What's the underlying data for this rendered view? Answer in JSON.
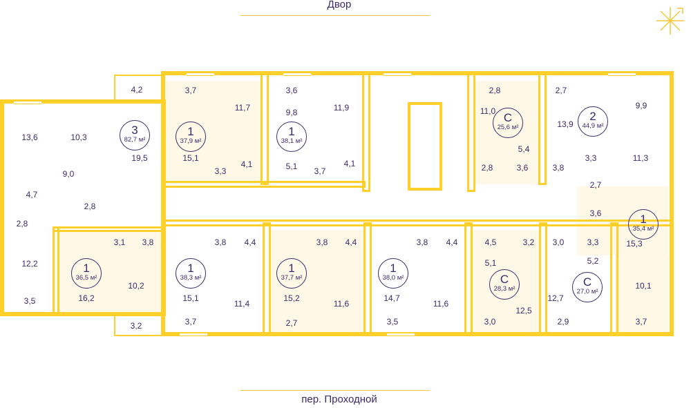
{
  "streets": {
    "top": "Двор",
    "bottom": "пер. Проходной"
  },
  "colors": {
    "wall": "#ffd02a",
    "text": "#3b2a6a",
    "apartment_fill": "#fff8e7"
  },
  "compass_icon": "compass-icon",
  "area_unit": "м²",
  "apartments": [
    {
      "type": "3",
      "area": "82,7"
    },
    {
      "type": "1",
      "area": "37,9"
    },
    {
      "type": "1",
      "area": "38,1"
    },
    {
      "type": "С",
      "area": "25,6"
    },
    {
      "type": "2",
      "area": "44,9"
    },
    {
      "type": "1",
      "area": "35,4"
    },
    {
      "type": "1",
      "area": "36,5"
    },
    {
      "type": "1",
      "area": "38,3"
    },
    {
      "type": "1",
      "area": "37,7"
    },
    {
      "type": "1",
      "area": "38,0"
    },
    {
      "type": "С",
      "area": "28,3"
    },
    {
      "type": "С",
      "area": "27,0"
    }
  ],
  "rooms": [
    "4,2",
    "3,7",
    "11,7",
    "3,6",
    "9,8",
    "11,9",
    "2,8",
    "11,0",
    "2,7",
    "9,9",
    "13,9",
    "13,6",
    "10,3",
    "19,5",
    "15,1",
    "3,3",
    "4,1",
    "5,1",
    "3,7",
    "4,1",
    "5,4",
    "2,8",
    "3,6",
    "3,8",
    "3,3",
    "11,3",
    "9,0",
    "4,7",
    "2,8",
    "2,7",
    "2,8",
    "3,6",
    "15,3",
    "3,1",
    "3,8",
    "3,8",
    "4,4",
    "3,8",
    "4,4",
    "3,8",
    "4,4",
    "4,5",
    "3,2",
    "3,0",
    "3,3",
    "5,1",
    "5,2",
    "12,2",
    "10,2",
    "16,2",
    "15,1",
    "11,4",
    "15,2",
    "11,6",
    "14,7",
    "11,6",
    "12,5",
    "12,7",
    "10,1",
    "3,5",
    "3,2",
    "3,7",
    "2,7",
    "3,5",
    "3,0",
    "2,9",
    "3,7"
  ]
}
